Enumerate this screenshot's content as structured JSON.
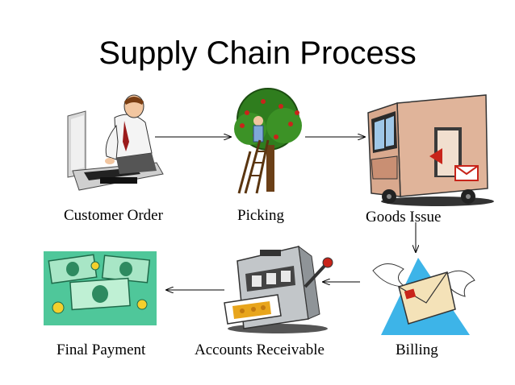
{
  "title": "Supply Chain Process",
  "steps": [
    {
      "label": "Customer Order",
      "icon": "man-at-computer-icon"
    },
    {
      "label": "Picking",
      "icon": "apple-tree-with-ladder-icon"
    },
    {
      "label": "Goods Issue",
      "icon": "delivery-truck-icon"
    },
    {
      "label": "Billing",
      "icon": "flying-envelope-icon"
    },
    {
      "label": "Accounts Receivable",
      "icon": "cash-register-slot-machine-icon"
    },
    {
      "label": "Final Payment",
      "icon": "dollar-bills-icon"
    }
  ],
  "flow": [
    "Customer Order",
    "Picking",
    "Goods Issue",
    "Billing",
    "Accounts Receivable",
    "Final Payment"
  ]
}
